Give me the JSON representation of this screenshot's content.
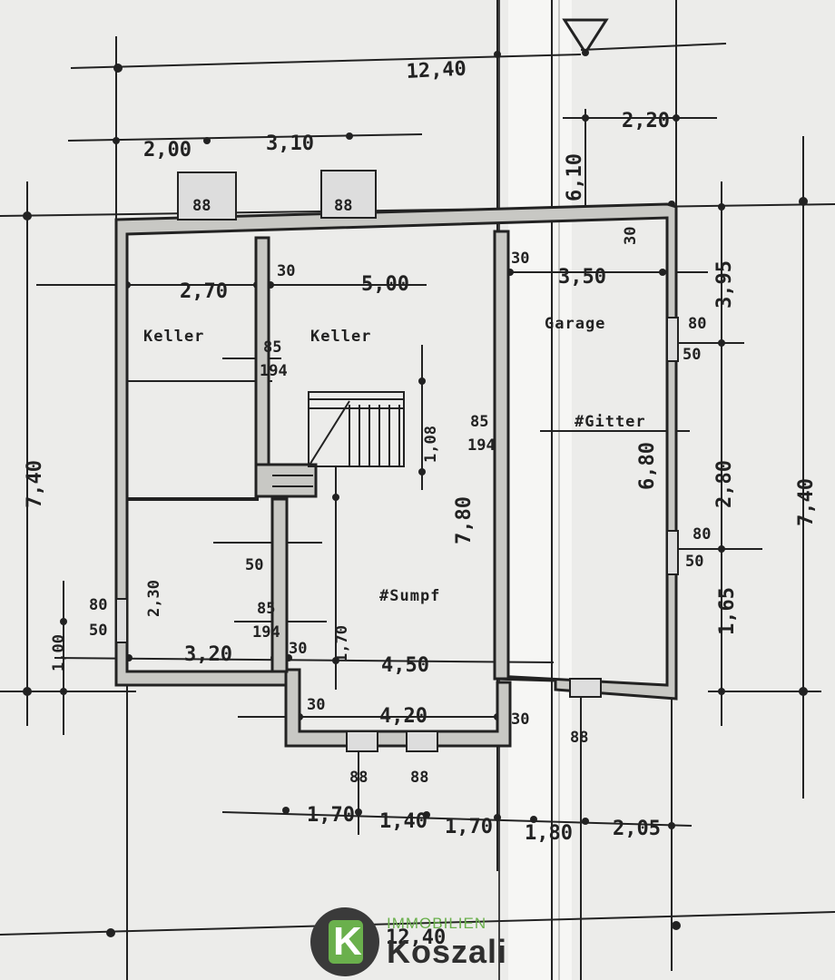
{
  "rooms": {
    "keller_left": "Keller",
    "keller_right": "Keller",
    "garage": "Garage",
    "gitter": "#Gitter",
    "sumpf": "#Sumpf"
  },
  "dimensions": {
    "total_width_top": "12,40",
    "total_width_bottom": "12,40",
    "top_segment_1": "2,00",
    "top_segment_2": "3,10",
    "top_segment_3": "2,20",
    "left_height": "7,40",
    "right_height": "7,40",
    "room_270": "2,70",
    "room_500": "5,00",
    "room_350": "3,50",
    "wall_30_a": "30",
    "wall_30_b": "30",
    "wall_30_c": "30",
    "wall_30_d": "30",
    "opening_85_194_a": "85",
    "opening_85_194_a2": "194",
    "opening_85_194_b": "85",
    "opening_85_194_b2": "194",
    "opening_85_194_c": "85",
    "opening_85_194_c2": "194",
    "height_780": "7,80",
    "height_680": "6,80",
    "height_280": "2,80",
    "height_395": "3,95",
    "height_165": "1,65",
    "window_80_50_a": "80",
    "window_80_50_a2": "50",
    "window_80_50_b": "80",
    "window_80_50_b2": "50",
    "window_80_50_c": "80",
    "window_80_50_c2": "50",
    "left_bottom_320": "3,20",
    "mid_450": "4,50",
    "mid_420": "4,20",
    "small_50": "50",
    "small_100": "1,00",
    "v_170": "1,70",
    "v_230": "2,30",
    "bottom_170_a": "1,70",
    "bottom_140": "1,40",
    "bottom_170_b": "1,70",
    "bottom_180": "1,80",
    "bottom_205": "2,05",
    "stair_108": "1,08",
    "wall_610": "6,10",
    "left_100": "1,00",
    "window_88": "88"
  },
  "logo": {
    "letter": "K",
    "top": "IMMOBILIEN",
    "main": "Koszali"
  },
  "colors": {
    "ink": "#222222",
    "wall": "#c8c8c4",
    "paper": "#ececea",
    "brand_green": "#6ab04c",
    "brand_dark": "#3a3a3a"
  }
}
